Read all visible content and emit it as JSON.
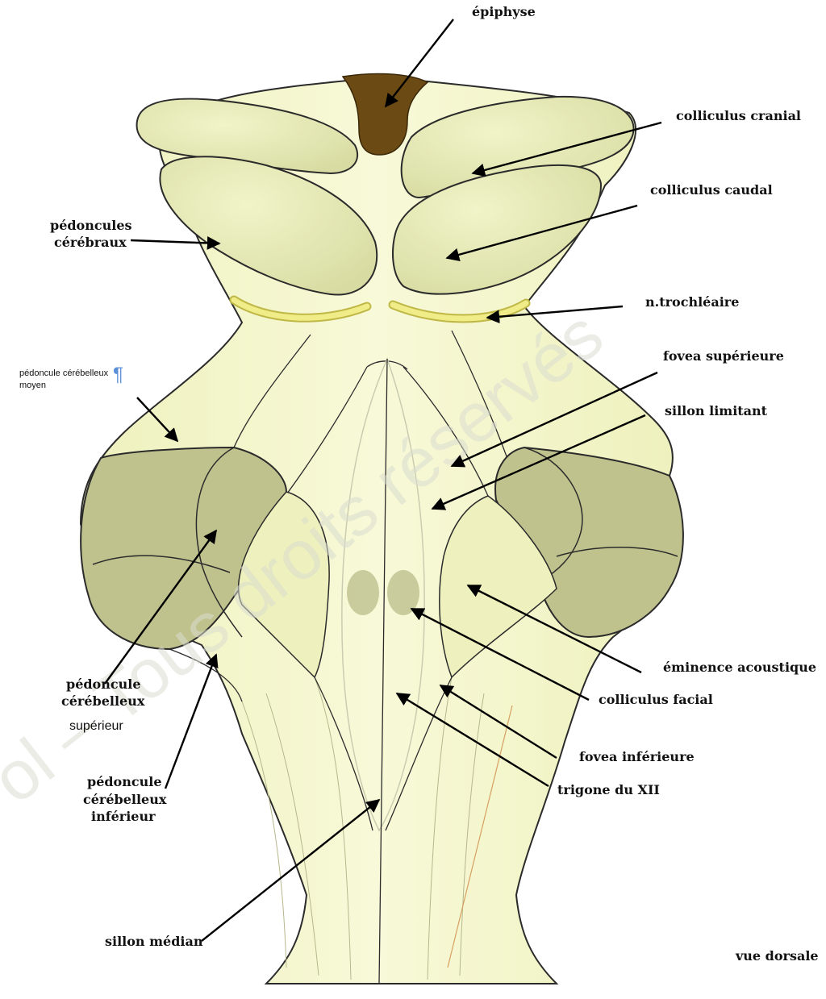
{
  "labels": {
    "epiphyse": "épiphyse",
    "colliculus_cranial": "colliculus cranial",
    "colliculus_caudal": "colliculus caudal",
    "pedoncules_cerebraux_1": "pédoncules",
    "pedoncules_cerebraux_2": "cérébraux",
    "n_trochleaire": "n.trochléaire",
    "pedoncule_moyen_1": "pédoncule cérébelleux",
    "pedoncule_moyen_2": "moyen",
    "pilcrow": "¶",
    "fovea_superieure": "fovea supérieure",
    "sillon_limitant": "sillon limitant",
    "eminence_acoustique": "éminence acoustique",
    "colliculus_facial": "colliculus facial",
    "fovea_inferieure": "fovea inférieure",
    "trigone_xii": "trigone du XII",
    "pedoncule_superieur_1": "pédoncule",
    "pedoncule_superieur_2": "cérébelleux",
    "pedoncule_superieur_3": "supérieur",
    "pedoncule_inferieur_1": "pédoncule",
    "pedoncule_inferieur_2": "cérébelleux",
    "pedoncule_inferieur_3": "inférieur",
    "sillon_median": "sillon médian",
    "vue_dorsale": "vue dorsale"
  },
  "watermark": "ol – Tous droits réservés",
  "colors": {
    "tissue_light": "#f7f8d2",
    "tissue_mid": "#eaeeb5",
    "lobe": "#dfe3ab",
    "peduncle_dark": "#bfc08e",
    "epiphyse": "#6b4a14",
    "nerve": "#f0ec88",
    "outline": "#2b2b2b"
  }
}
